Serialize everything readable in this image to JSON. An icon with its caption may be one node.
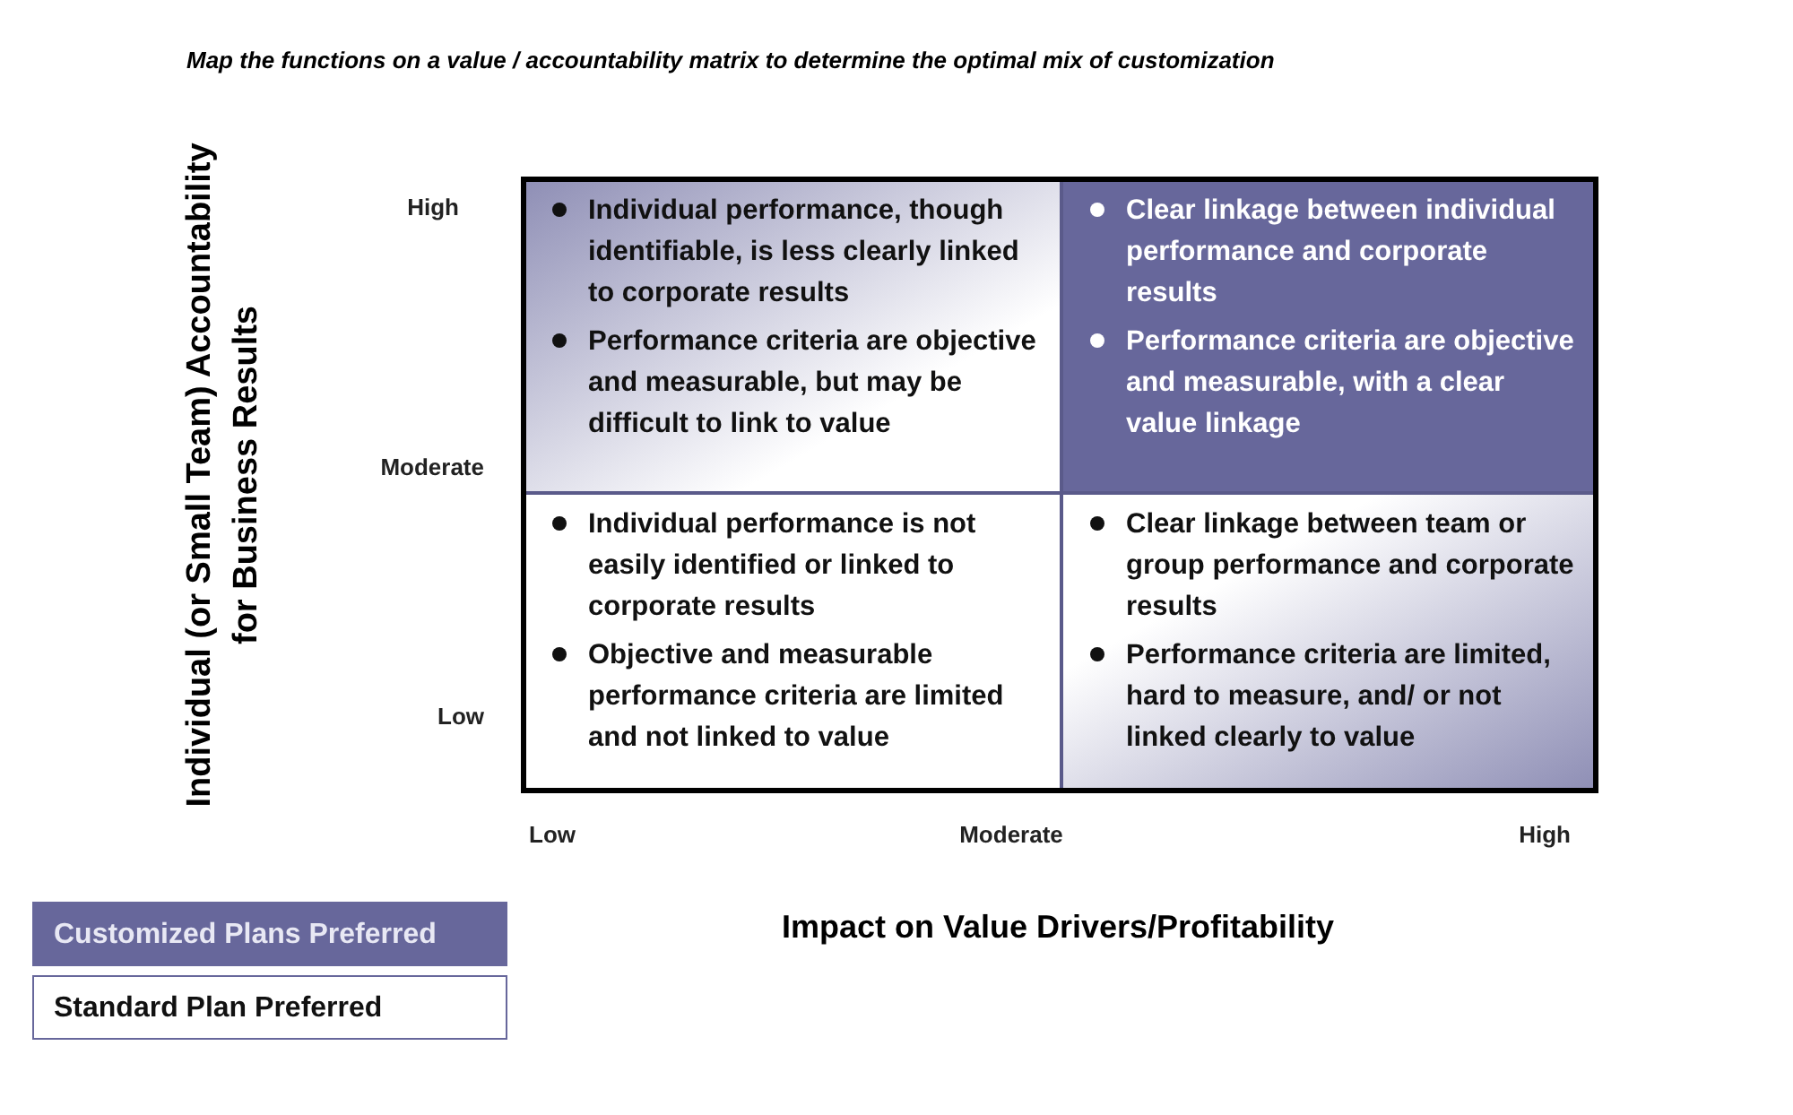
{
  "diagram": {
    "title": "Map the functions on a value / accountability matrix to determine the optimal mix of customization",
    "nodes": [
      {
        "text": [
          "Individual performance, though identifiable, is less clearly linked to corporate results",
          "Performance criteria are objective and measurable, but may be difficult to link to value"
        ]
      },
      {
        "text": [
          "Clear linkage between individual performance and corporate results",
          "Performance criteria are objective and measurable, with a clear value linkage"
        ]
      },
      {
        "text": [
          "Individual performance is not easily identified or linked to corporate results",
          "Objective and measurable performance criteria are limited and not linked to value"
        ]
      },
      {
        "text": [
          "Clear linkage between team or group performance and corporate results",
          "Performance criteria are limited, hard to measure, and/ or not linked clearly to value"
        ]
      }
    ],
    "labels": [
      "Individual (or Small Team) Accountability for Business Results",
      "High",
      "Moderate",
      "Low",
      "Low",
      "Moderate",
      "High",
      "Impact on Value Drivers/Profitability"
    ],
    "legend": [
      {
        "text": "Customized Plans Preferred",
        "color": "#67679b"
      },
      {
        "text": "Standard Plan Preferred",
        "color": "#ffffff"
      }
    ]
  }
}
